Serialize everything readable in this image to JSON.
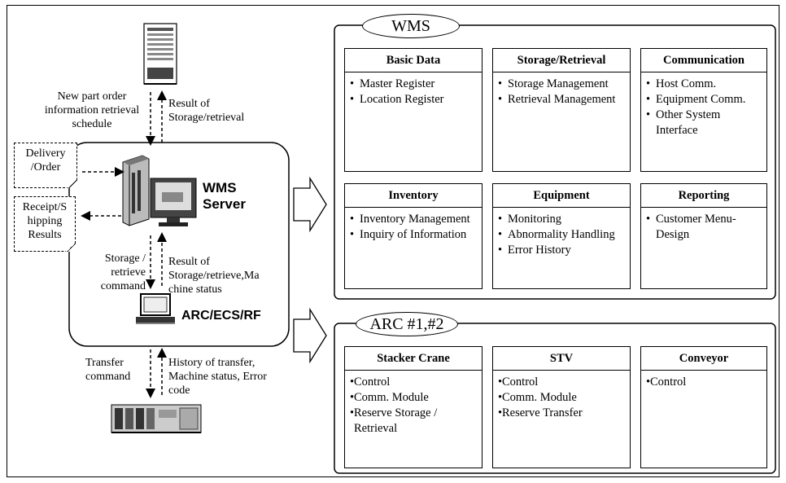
{
  "left": {
    "wms_server_label": "WMS Server",
    "arc_ecs_rf_label": "ARC/ECS/RF",
    "new_part_order_label": "New part order information retrieval schedule",
    "result_storage_retrieval_label": "Result of Storage/retrieval",
    "delivery_order_label": "Delivery /Order",
    "receipt_shipping_label": "Receipt/S hipping Results",
    "storage_retrieve_command_label": "Storage / retrieve command",
    "result_machine_status_label": "Result of Storage/retrieve,Ma chine status",
    "transfer_command_label": "Transfer command",
    "history_label": "History of transfer, Machine status, Error code"
  },
  "wms": {
    "title": "WMS",
    "modules": [
      {
        "title": "Basic Data",
        "items": [
          "Master Register",
          "Location Register"
        ]
      },
      {
        "title": "Storage/Retrieval",
        "items": [
          "Storage Management",
          "Retrieval Management"
        ]
      },
      {
        "title": "Communication",
        "items": [
          "Host Comm.",
          "Equipment Comm.",
          "Other System Interface"
        ]
      },
      {
        "title": "Inventory",
        "items": [
          "Inventory Management",
          "Inquiry of Information"
        ]
      },
      {
        "title": "Equipment",
        "items": [
          "Monitoring",
          "Abnormality Handling",
          "Error History"
        ]
      },
      {
        "title": "Reporting",
        "items": [
          "Customer Menu-Design"
        ]
      }
    ]
  },
  "arc": {
    "title": "ARC #1,#2",
    "modules": [
      {
        "title": "Stacker Crane",
        "items": [
          "Control",
          "Comm. Module",
          "Reserve Storage / Retrieval"
        ]
      },
      {
        "title": "STV",
        "items": [
          "Control",
          "Comm. Module",
          "Reserve Transfer"
        ]
      },
      {
        "title": "Conveyor",
        "items": [
          "Control"
        ]
      }
    ]
  }
}
